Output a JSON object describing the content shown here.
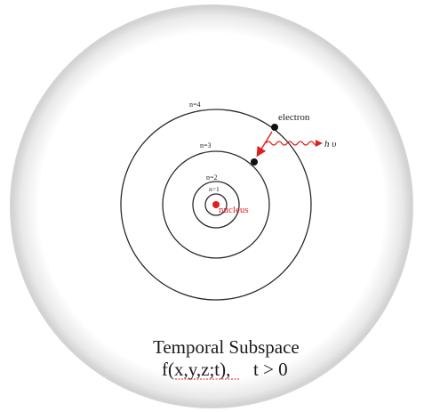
{
  "diagram": {
    "orbits": [
      {
        "label": "n=1"
      },
      {
        "label": "n=2"
      },
      {
        "label": "n=3"
      },
      {
        "label": "n=4"
      }
    ],
    "nucleus_label": "nucleus",
    "electron_label": "electron",
    "photon_label": "h υ",
    "caption_line1": "Temporal Subspace",
    "caption_line2_func": "f(x,y,z;t),",
    "caption_line2_cond": "t > 0",
    "colors": {
      "orbit": "#2a2a2a",
      "accent": "#e02020",
      "sphere_edge": "#cfcfcf"
    }
  }
}
